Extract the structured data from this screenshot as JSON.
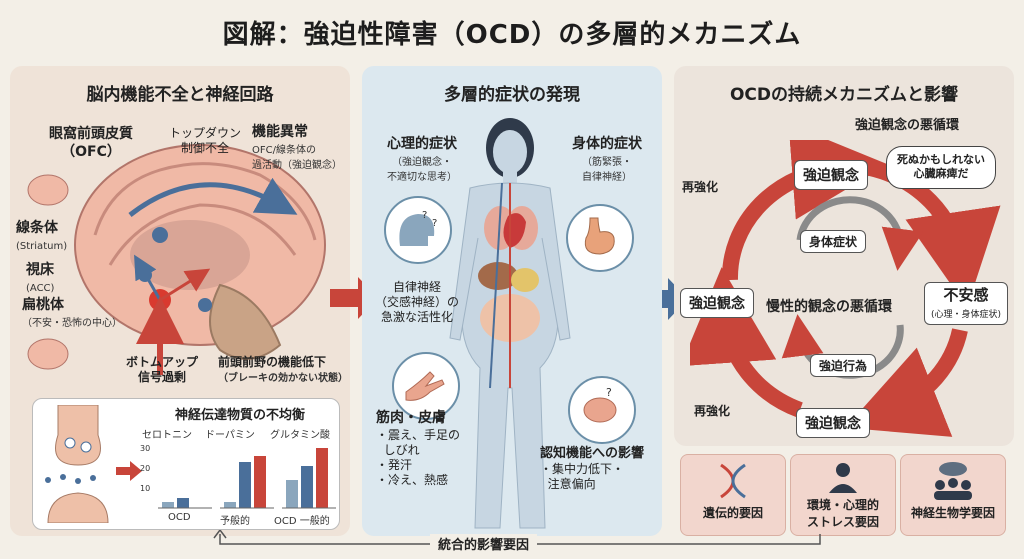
{
  "title": "図解：強迫性障害（OCD）の多層的メカニズム",
  "left_panel": {
    "title": "脳内機能不全と神経回路",
    "ofc_label": "眼窩前頭皮質",
    "ofc_abbr": "（OFC）",
    "topdown_line1": "トップダウン",
    "topdown_line2": "制御不全",
    "func_title": "機能異常",
    "func_line1": "OFC/線条体の",
    "func_line2": "過活動（強迫観念）",
    "striatum_label": "線条体",
    "striatum_en": "(Striatum)",
    "thalamus_label": "視床",
    "thalamus_sub": "(ACC)",
    "amygdala_label": "扁桃体",
    "amygdala_sub": "（不安・恐怖の中心）",
    "bottomup_line1": "ボトムアップ",
    "bottomup_line2": "信号過剰",
    "pfc_line1": "前頭前野の機能低下",
    "pfc_line2": "（ブレーキの効かない状態）",
    "nt": {
      "title": "神経伝達物質の不均衡",
      "col1": "セロトニン",
      "col2": "ドーパミン",
      "col3": "グルタミン酸",
      "xlabel1": "OCD",
      "xlabel2": "予般的",
      "xlabel3": "OCD 一般的",
      "yticks": [
        "30",
        "20",
        "10"
      ]
    }
  },
  "mid_panel": {
    "title": "多層的症状の発現",
    "psych_title": "心理的症状",
    "psych_line1": "（強迫観念・",
    "psych_line2": "不適切な思考）",
    "phys_title": "身体的症状",
    "phys_line1": "（筋緊張・",
    "phys_line2": "自律神経）",
    "auto_line1": "自律神経",
    "auto_line2": "（交感神経）の",
    "auto_line3": "急激な活性化",
    "muscle_title": "筋肉・皮膚",
    "muscle_items": [
      "・震え、手足の",
      "しびれ",
      "・発汗",
      "・冷え、熱感"
    ],
    "cog_title": "認知機能への影響",
    "cog_items": [
      "・集中力低下・",
      "注意偏向"
    ]
  },
  "right_panel": {
    "title": "OCDの持続メカニズムと影響",
    "cycle_title": "強迫観念の悪循環",
    "bubble_line1": "死ぬかもしれない",
    "bubble_line2": "心臓麻痺だ",
    "node_top": "強迫観念",
    "node_left": "強迫観念",
    "node_right": "不安感",
    "node_right_sub": "(心理・身体症状)",
    "node_bottom": "強迫観念",
    "reinforce_top": "再強化",
    "reinforce_bottom": "再強化",
    "inner_top": "身体症状",
    "inner_center": "慢性的観念の悪循環",
    "inner_bottom": "強迫行為"
  },
  "factors": [
    "遺伝的要因",
    "環境・心理的",
    "ストレス要因",
    "神経生物学要因"
  ],
  "bottom_label": "統合的影響要因",
  "colors": {
    "red": "#c8453a",
    "blue": "#4a6f9a",
    "gray": "#8a8a8a"
  },
  "chart_data": {
    "type": "bar",
    "categories": [
      "セロトニン",
      "ドーパミン",
      "グルタミン酸"
    ],
    "series": [
      {
        "values": [
          3,
          3,
          14
        ]
      },
      {
        "values": [
          5,
          23,
          21
        ]
      },
      {
        "values": [
          0,
          26,
          30
        ]
      }
    ],
    "ylim": [
      0,
      32
    ]
  }
}
